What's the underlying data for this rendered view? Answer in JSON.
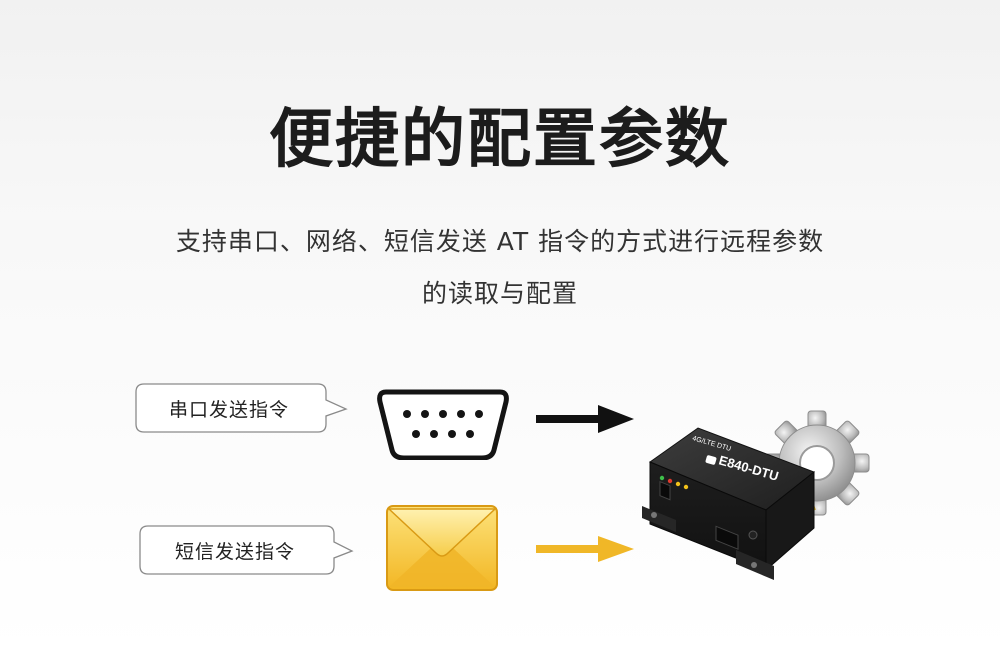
{
  "title": "便捷的配置参数",
  "description": {
    "line1": "支持串口、网络、短信发送 AT 指令的方式进行远程参数",
    "line2": "的读取与配置"
  },
  "methods": [
    {
      "label": "串口发送指令",
      "icon": "serial-port-icon",
      "arrow_color": "#111111"
    },
    {
      "label": "短信发送指令",
      "icon": "envelope-icon",
      "arrow_color": "#f0b727"
    }
  ],
  "device": {
    "top_label": "4G/LTE DTU",
    "model": "E840-DTU",
    "icon": "gear-icon"
  }
}
